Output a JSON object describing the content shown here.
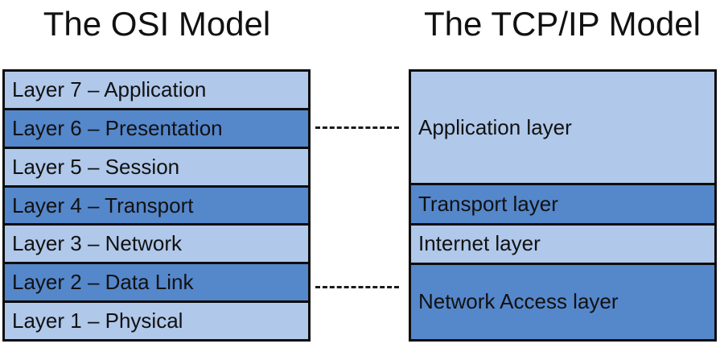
{
  "titles": {
    "osi": "The OSI Model",
    "tcpip": "The TCP/IP Model"
  },
  "osi": {
    "layers": [
      {
        "label": "Layer 7 – Application",
        "tone": "light"
      },
      {
        "label": "Layer 6 – Presentation",
        "tone": "dark"
      },
      {
        "label": "Layer 5 – Session",
        "tone": "light"
      },
      {
        "label": "Layer 4 – Transport",
        "tone": "dark"
      },
      {
        "label": "Layer 3 – Network",
        "tone": "light"
      },
      {
        "label": "Layer 2 – Data Link",
        "tone": "dark"
      },
      {
        "label": "Layer 1 – Physical",
        "tone": "light"
      }
    ]
  },
  "tcpip": {
    "layers": [
      {
        "label": "Application layer",
        "tone": "light",
        "units": 3
      },
      {
        "label": "Transport layer",
        "tone": "dark",
        "units": 1
      },
      {
        "label": "Internet layer",
        "tone": "light",
        "units": 1
      },
      {
        "label": "Network Access layer",
        "tone": "dark",
        "units": 2
      }
    ]
  },
  "connectors": [
    {
      "from": "Layer 6 – Presentation",
      "to": "Application layer"
    },
    {
      "from": "Layer 2 – Data Link",
      "to": "Network Access layer"
    }
  ],
  "colors": {
    "light_blue": "#b0c8ea",
    "dark_blue": "#5587cb",
    "border": "#0d0d0d"
  }
}
